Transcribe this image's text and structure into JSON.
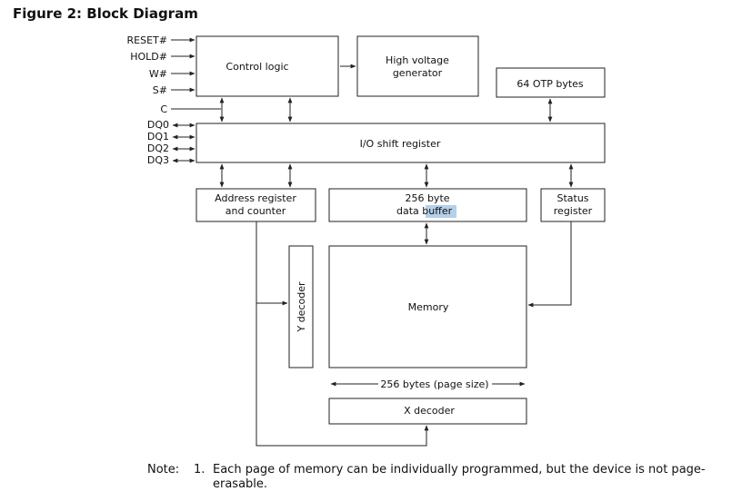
{
  "figure": {
    "title": "Figure 2: Block Diagram"
  },
  "signals": {
    "inputs": [
      "RESET#",
      "HOLD#",
      "W#",
      "S#",
      "C"
    ],
    "io": [
      "DQ0",
      "DQ1",
      "DQ2",
      "DQ3"
    ]
  },
  "blocks": {
    "control_logic": "Control logic",
    "hv_gen_line1": "High voltage",
    "hv_gen_line2": "generator",
    "otp": "64 OTP bytes",
    "io_shift": "I/O shift register",
    "addr_line1": "Address register",
    "addr_line2": "and counter",
    "buffer_line1": "256 byte",
    "buffer_line2_a": "data ",
    "buffer_line2_b": "buffer",
    "status_line1": "Status",
    "status_line2": "register",
    "memory": "Memory",
    "y_decoder": "Y decoder",
    "page_size": "256 bytes (page size)",
    "x_decoder": "X decoder"
  },
  "note": {
    "label": "Note:",
    "number": "1.",
    "text": "Each page of memory can be individually programmed, but the device is not page-erasable."
  },
  "colors": {
    "selection_highlight": "#b4d0ea"
  }
}
